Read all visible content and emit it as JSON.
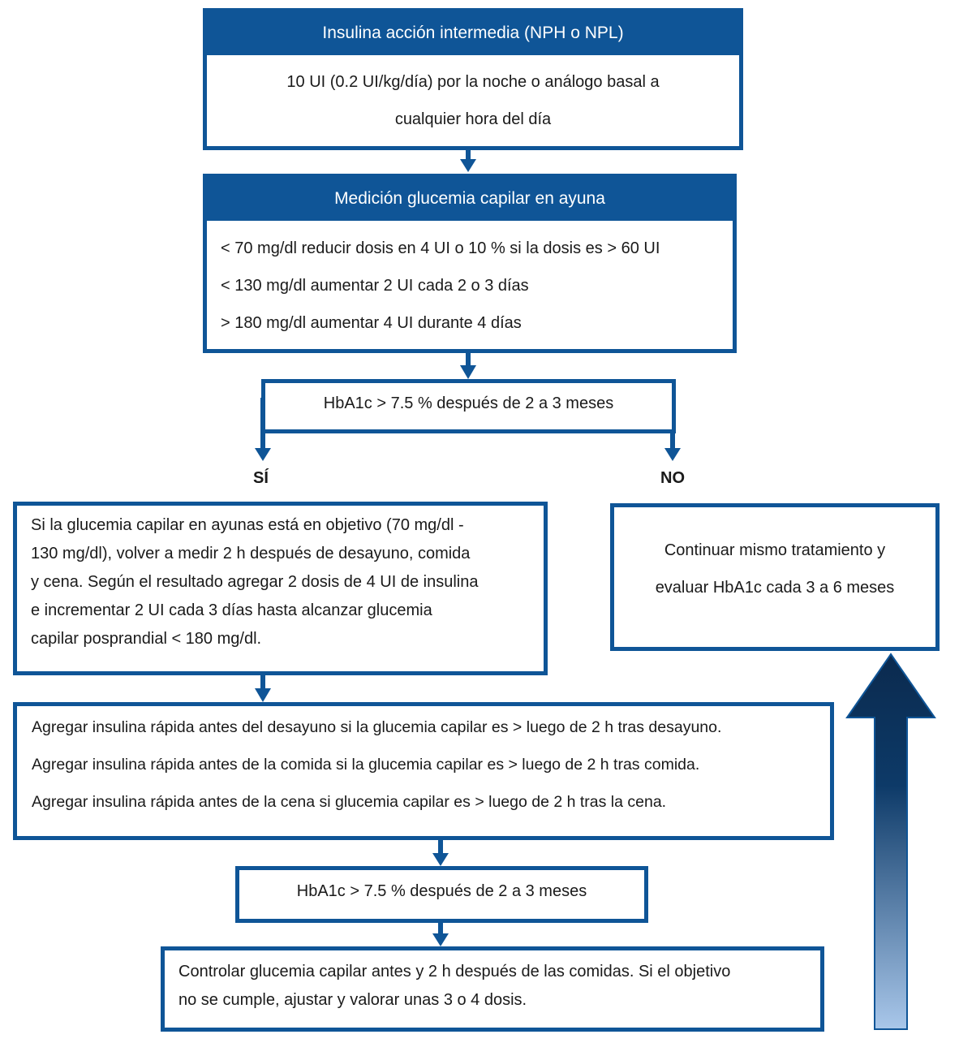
{
  "nodes": {
    "box1": {
      "header": "Insulina acción intermedia (NPH o NPL)",
      "lines": [
        "10 UI (0.2 UI/kg/día) por la noche o análogo basal a",
        "cualquier hora del día"
      ]
    },
    "box2": {
      "header": "Medición glucemia capilar en ayuna",
      "lines": [
        "< 70 mg/dl reducir dosis en 4 UI o 10 % si la dosis es > 60 UI",
        "< 130 mg/dl aumentar 2 UI cada 2 o 3 días",
        "> 180 mg/dl aumentar 4 UI durante 4 días"
      ]
    },
    "decision1": {
      "text": "HbA1c > 7.5 % después de 2 a 3 meses"
    },
    "branch_yes": "SÍ",
    "branch_no": "NO",
    "yes_box": {
      "lines": [
        "Si la glucemia capilar en ayunas está en objetivo (70 mg/dl -",
        "130 mg/dl), volver a medir 2 h después de desayuno, comida",
        "y cena. Según el resultado agregar 2 dosis de 4 UI de insulina",
        "e incrementar 2 UI cada 3 días hasta alcanzar glucemia",
        "capilar posprandial < 180 mg/dl."
      ]
    },
    "no_box": {
      "lines": [
        "Continuar mismo tratamiento y",
        "evaluar HbA1c cada 3 a 6 meses"
      ]
    },
    "box_rapid": {
      "lines": [
        "Agregar insulina rápida antes del desayuno si la glucemia capilar es > luego de 2 h tras desayuno.",
        "Agregar insulina rápida antes de la comida si la glucemia capilar es > luego de 2 h tras comida.",
        "Agregar insulina rápida antes de la cena si glucemia capilar es > luego de 2 h tras la cena."
      ]
    },
    "decision2": {
      "text": "HbA1c > 7.5 % después de 2 a 3 meses"
    },
    "box_final": {
      "lines": [
        "Controlar glucemia capilar antes y 2 h después de las comidas. Si el objetivo",
        "no se cumple, ajustar y valorar unas 3 o 4 dosis."
      ]
    }
  },
  "colors": {
    "border": "#0f5597",
    "header_fill": "#0f5597",
    "arrow_dark": "#0b2a4e",
    "arrow_light": "#a9c7ea"
  }
}
